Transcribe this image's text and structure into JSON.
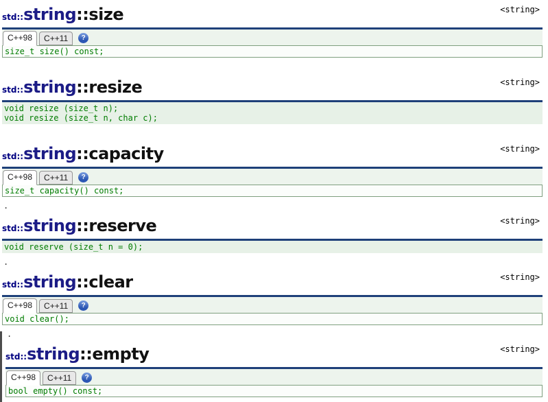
{
  "header_ref": "<string>",
  "separator_dot": ".",
  "tabs": {
    "cpp98": "C++98",
    "cpp11": "C++11",
    "help_glyph": "?"
  },
  "colors": {
    "title_navy": "#1c1c86",
    "rule_blue": "#1e4079",
    "code_green": "#007c00",
    "tabstrip_bg": "#edf4ed",
    "help_blue": "#3f6fc4"
  },
  "sections": [
    {
      "prefix": "std::",
      "class_name": "string",
      "scope": "::",
      "member": "size",
      "has_tabs": true,
      "boxed": true,
      "dot_before": false,
      "highlighted": false,
      "code": [
        "size_t size() const;"
      ]
    },
    {
      "prefix": "std::",
      "class_name": "string",
      "scope": "::",
      "member": "resize",
      "has_tabs": false,
      "boxed": false,
      "dot_before": false,
      "highlighted": false,
      "code": [
        "void resize (size_t n);",
        "void resize (size_t n, char c);"
      ]
    },
    {
      "prefix": "std::",
      "class_name": "string",
      "scope": "::",
      "member": "capacity",
      "has_tabs": true,
      "boxed": true,
      "dot_before": false,
      "highlighted": false,
      "code": [
        "size_t capacity() const;"
      ]
    },
    {
      "prefix": "std::",
      "class_name": "string",
      "scope": "::",
      "member": "reserve",
      "has_tabs": false,
      "boxed": false,
      "dot_before": true,
      "highlighted": false,
      "code": [
        "void reserve (size_t n = 0);"
      ]
    },
    {
      "prefix": "std::",
      "class_name": "string",
      "scope": "::",
      "member": "clear",
      "has_tabs": true,
      "boxed": true,
      "dot_before": true,
      "highlighted": false,
      "code": [
        "void clear();"
      ]
    },
    {
      "prefix": "std::",
      "class_name": "string",
      "scope": "::",
      "member": "empty",
      "has_tabs": true,
      "boxed": true,
      "dot_before": true,
      "highlighted": true,
      "code": [
        "bool empty() const;"
      ]
    }
  ]
}
